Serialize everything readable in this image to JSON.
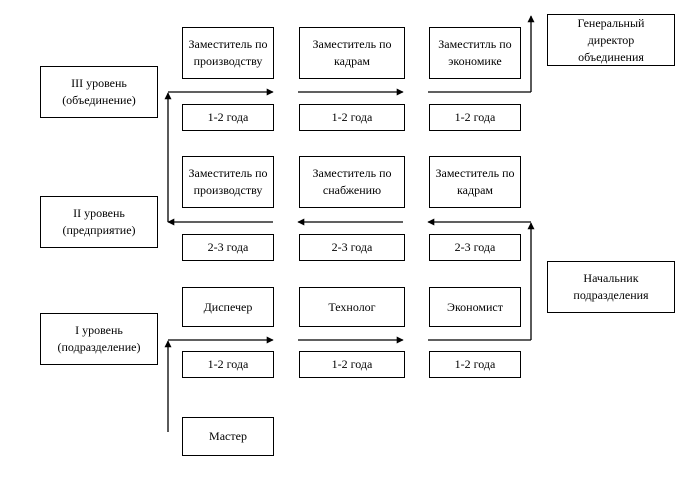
{
  "levels": {
    "level3": "III уровень\n(объединение)",
    "level2": "II уровень\n(предприятие)",
    "level1": "I уровень\n(подразделение)"
  },
  "row3": {
    "positions": [
      "Заместитель по\nпроизводству",
      "Заместитель по\nкадрам",
      "Заместитль по\nэкономике"
    ],
    "terms": [
      "1-2 года",
      "1-2 года",
      "1-2 года"
    ],
    "target": "Генеральный\nдиректор\nобъединения"
  },
  "row2": {
    "positions": [
      "Заместитель по\nпроизводству",
      "Заместитель по\nснабжению",
      "Заместитель по\nкадрам"
    ],
    "terms": [
      "2-3 года",
      "2-3 года",
      "2-3 года"
    ]
  },
  "row1": {
    "positions": [
      "Диспечер",
      "Технолог",
      "Экономист"
    ],
    "terms": [
      "1-2 года",
      "1-2 года",
      "1-2 года"
    ],
    "target": "Начальник\nподразделения"
  },
  "start": "Мастер"
}
